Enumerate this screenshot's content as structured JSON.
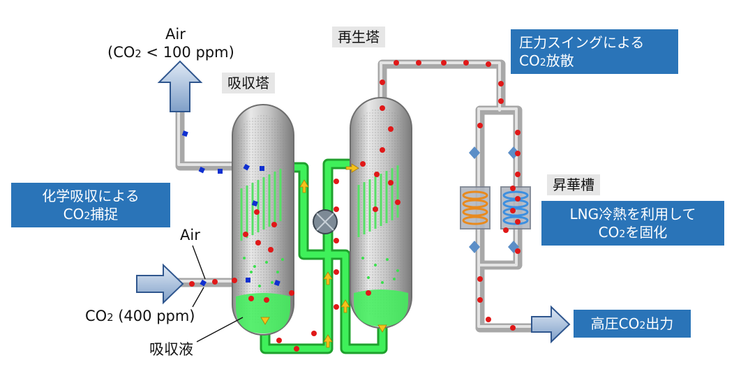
{
  "labels": {
    "air_out_line1": "Air",
    "air_out_line2_pre": "(CO",
    "air_out_line2_sub": "2",
    "air_out_line2_post": " < 100 ppm)",
    "absorber_tower": "吸収塔",
    "regenerator_tower": "再生塔",
    "air_in": "Air",
    "co2_in_pre": "CO",
    "co2_in_sub": "2",
    "co2_in_post": " (400 ppm)",
    "absorbent_liquid": "吸収液",
    "sublimation_tank": "昇華槽"
  },
  "callouts": {
    "chemical_absorption_line1": "化学吸収による",
    "chemical_absorption_line2_pre": "CO",
    "chemical_absorption_line2_sub": "2",
    "chemical_absorption_line2_post": "捕捉",
    "pressure_swing_line1": "圧力スイングによる",
    "pressure_swing_line2_pre": "CO",
    "pressure_swing_line2_sub": "2",
    "pressure_swing_line2_post": "放散",
    "lng_cold_line1": "LNG冷熱を利用して",
    "lng_cold_line2_pre": "CO",
    "lng_cold_line2_sub": "2",
    "lng_cold_line2_post": "を固化",
    "high_pressure_pre": "高圧CO",
    "high_pressure_sub": "2",
    "high_pressure_post": "出力"
  },
  "colors": {
    "callout_bg": "#2a74b8",
    "absorbent_green": "#33e84a",
    "co2_red": "#e01818",
    "air_blue": "#1030d0",
    "flow_arrow": "#f5c21b",
    "pipe_grey": "#b8b8b8"
  }
}
